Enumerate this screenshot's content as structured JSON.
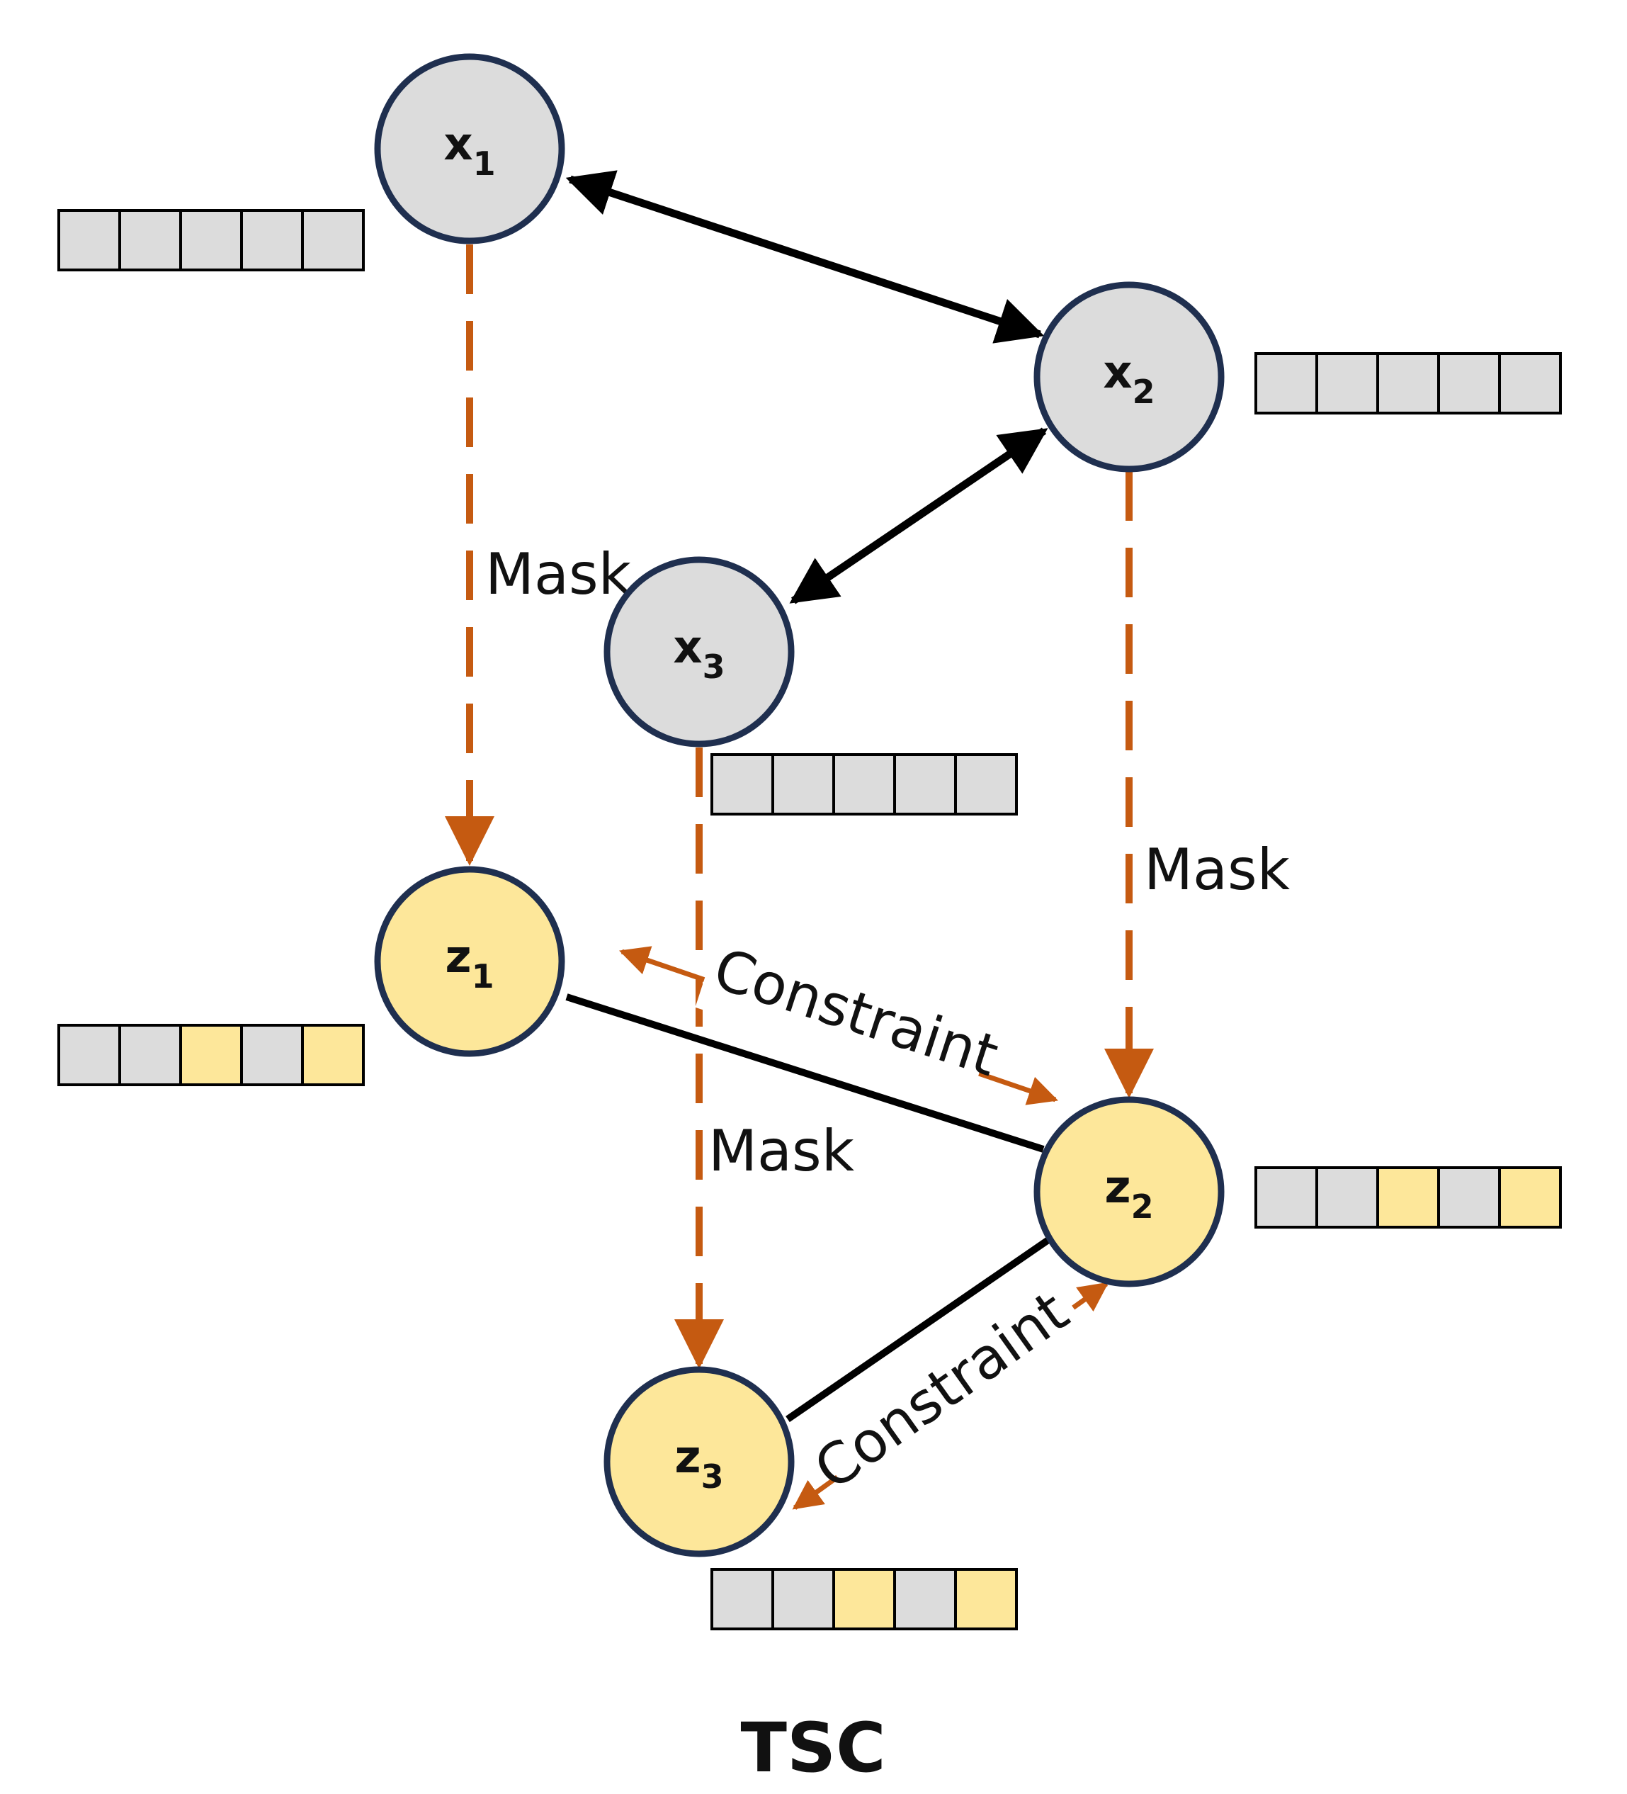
{
  "colors": {
    "x_node_fill": "#dcdcdc",
    "z_node_fill": "#fde79a",
    "node_stroke": "#1f2f4f",
    "mask_orange": "#c55a11",
    "edge_black": "#000000",
    "cell_gray": "#dcdcdc",
    "cell_yellow": "#fde79a"
  },
  "nodes": {
    "x1": {
      "main": "x",
      "sub": "1"
    },
    "x2": {
      "main": "x",
      "sub": "2"
    },
    "x3": {
      "main": "x",
      "sub": "3"
    },
    "z1": {
      "main": "z",
      "sub": "1"
    },
    "z2": {
      "main": "z",
      "sub": "2"
    },
    "z3": {
      "main": "z",
      "sub": "3"
    }
  },
  "vectors": {
    "x1": [
      "gray",
      "gray",
      "gray",
      "gray",
      "gray"
    ],
    "x2": [
      "gray",
      "gray",
      "gray",
      "gray",
      "gray"
    ],
    "x3": [
      "gray",
      "gray",
      "gray",
      "gray",
      "gray"
    ],
    "z1": [
      "gray",
      "gray",
      "yellow",
      "gray",
      "yellow"
    ],
    "z2": [
      "gray",
      "gray",
      "yellow",
      "gray",
      "yellow"
    ],
    "z3": [
      "gray",
      "gray",
      "yellow",
      "gray",
      "yellow"
    ]
  },
  "labels": {
    "mask_x1": "Mask",
    "mask_x2": "Mask",
    "mask_x3": "Mask",
    "constraint_z1_z2": "Constraint",
    "constraint_z2_z3": "Constraint"
  },
  "caption": "TSC"
}
